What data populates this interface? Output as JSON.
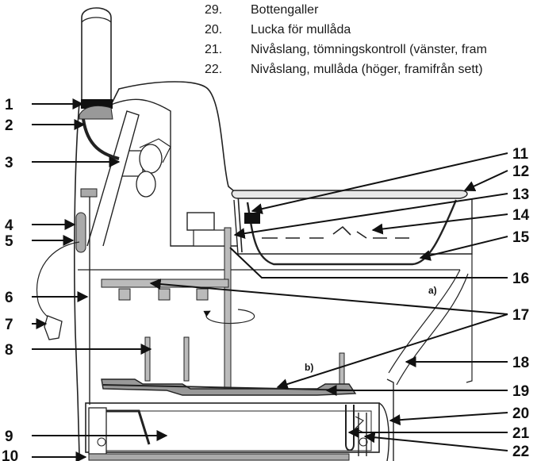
{
  "legend": [
    {
      "num": "29.",
      "text": "Bottengaller"
    },
    {
      "num": "20.",
      "text": "Lucka för mullåda"
    },
    {
      "num": "21.",
      "text": "Nivåslang, tömningskontroll (vänster, fram"
    },
    {
      "num": "22.",
      "text": "Nivåslang, mullåda (höger, framifrån sett)"
    }
  ],
  "callouts_left": [
    "1",
    "2",
    "3",
    "4",
    "5",
    "6",
    "7",
    "8",
    "9",
    "10"
  ],
  "callouts_right": [
    "11",
    "12",
    "13",
    "14",
    "15",
    "16",
    "17",
    "18",
    "19",
    "20",
    "21",
    "22"
  ],
  "sublabels": {
    "a": "a)",
    "b": "b)"
  }
}
